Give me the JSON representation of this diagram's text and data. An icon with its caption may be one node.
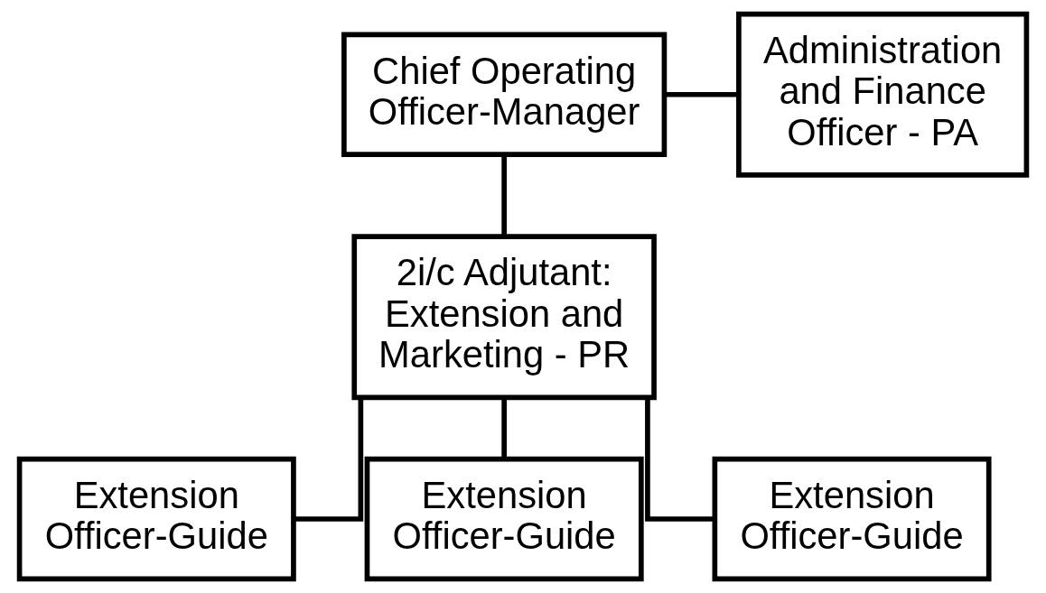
{
  "diagram": {
    "nodes": [
      {
        "text": [
          "Chief Operating Officer-Manager"
        ]
      },
      {
        "text": [
          "Administration and Finance Officer - PA"
        ]
      },
      {
        "text": [
          "2i/c Adjutant: Extension and Marketing - PR"
        ]
      },
      {
        "text": [
          "Extension Officer-Guide"
        ]
      },
      {
        "text": [
          "Extension Officer-Guide"
        ]
      },
      {
        "text": [
          "Extension Officer-Guide"
        ]
      }
    ],
    "edges": [
      {
        "from": 0,
        "to": 1,
        "arrow": "none"
      },
      {
        "from": 0,
        "to": 2,
        "arrow": "none"
      },
      {
        "from": 2,
        "to": 3,
        "arrow": "none"
      },
      {
        "from": 2,
        "to": 4,
        "arrow": "none"
      },
      {
        "from": 2,
        "to": 5,
        "arrow": "none"
      }
    ]
  }
}
